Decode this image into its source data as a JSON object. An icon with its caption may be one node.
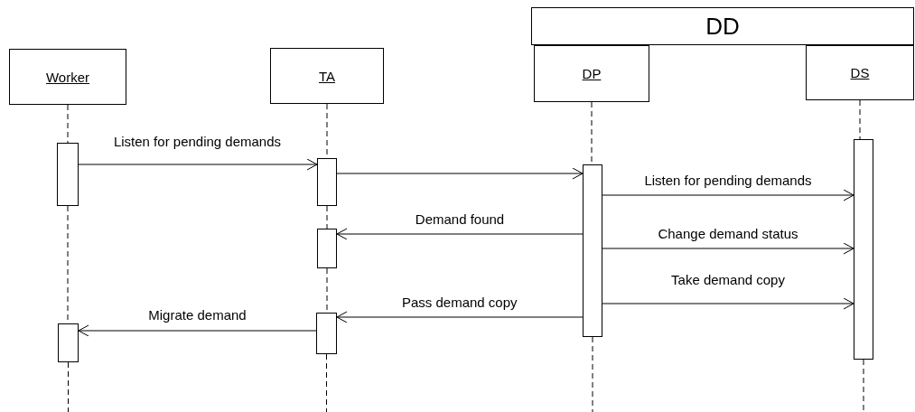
{
  "diagram": {
    "nodes": [
      {
        "text": [
          "DD"
        ]
      },
      {
        "text": [
          "Worker"
        ]
      },
      {
        "text": [
          "TA"
        ]
      },
      {
        "text": [
          "DP"
        ]
      },
      {
        "text": [
          "DS"
        ]
      },
      {
        "text": [],
        "shape": "bar"
      },
      {
        "text": [],
        "shape": "bar"
      },
      {
        "text": [],
        "shape": "bar"
      },
      {
        "text": [],
        "shape": "bar"
      },
      {
        "text": [],
        "shape": "bar"
      },
      {
        "text": [],
        "shape": "bar"
      },
      {
        "text": [],
        "shape": "bar"
      }
    ],
    "edges": [
      {
        "from": 5,
        "to": 7,
        "arrow": "to",
        "label": "Listen for pending demands"
      },
      {
        "from": 7,
        "to": 10,
        "arrow": "to"
      },
      {
        "from": 10,
        "to": 11,
        "arrow": "to",
        "label": "Listen for pending demands"
      },
      {
        "from": 10,
        "to": 8,
        "arrow": "to",
        "label": "Demand found"
      },
      {
        "from": 10,
        "to": 11,
        "arrow": "to",
        "label": "Change demand status"
      },
      {
        "from": 10,
        "to": 11,
        "arrow": "to",
        "label": "Take demand copy"
      },
      {
        "from": 10,
        "to": 9,
        "arrow": "to",
        "label": "Pass demand copy"
      },
      {
        "from": 9,
        "to": 6,
        "arrow": "to",
        "label": "Migrate demand"
      },
      {
        "from": 1,
        "to": 5,
        "arrow": "none",
        "style": "dashed"
      },
      {
        "from": 5,
        "to": 6,
        "arrow": "none",
        "style": "dashed"
      },
      {
        "from": 6,
        "to": null,
        "arrow": "none",
        "style": "dashed"
      },
      {
        "from": 2,
        "to": 7,
        "arrow": "none",
        "style": "dashed"
      },
      {
        "from": 7,
        "to": 8,
        "arrow": "none",
        "style": "dashed"
      },
      {
        "from": 8,
        "to": 9,
        "arrow": "none",
        "style": "dashed"
      },
      {
        "from": 9,
        "to": null,
        "arrow": "none",
        "style": "dashed"
      },
      {
        "from": 3,
        "to": 10,
        "arrow": "none",
        "style": "dashed"
      },
      {
        "from": 10,
        "to": null,
        "arrow": "none",
        "style": "dashed"
      },
      {
        "from": 4,
        "to": 11,
        "arrow": "none",
        "style": "dashed"
      },
      {
        "from": 11,
        "to": null,
        "arrow": "none",
        "style": "dashed"
      }
    ]
  }
}
